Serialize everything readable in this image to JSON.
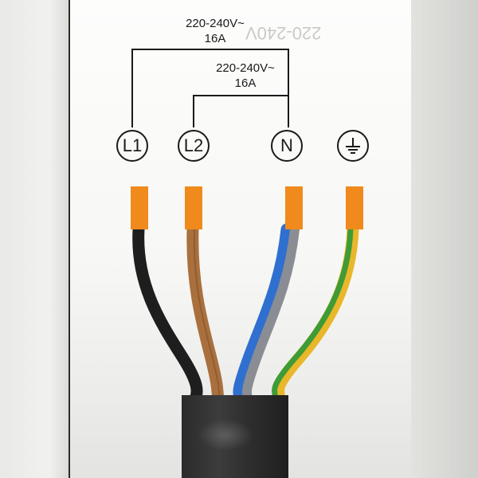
{
  "supply_outer": {
    "voltage": "220-240V~",
    "current": "16A"
  },
  "supply_inner": {
    "voltage": "220-240V~",
    "current": "16A"
  },
  "ghost_text": "220-240V",
  "terminals": [
    {
      "id": "l1",
      "label": "L1"
    },
    {
      "id": "l2",
      "label": "L2"
    },
    {
      "id": "n",
      "label": "N"
    },
    {
      "id": "earth",
      "label": "",
      "icon": "ground-icon"
    }
  ],
  "wires": [
    {
      "terminal": "L1",
      "insulation": "#1e1e1e",
      "stripe": null
    },
    {
      "terminal": "L2",
      "insulation": "#a9703e",
      "stripe": null
    },
    {
      "terminal": "N",
      "insulation": "#8a8d93",
      "stripe": "#2f6fd0"
    },
    {
      "terminal": "earth",
      "insulation": "#3f9b35",
      "stripe": "#e9b72a"
    }
  ],
  "colors": {
    "sleeve": "#f08a1c",
    "line": "#1a1a1a",
    "jacket": "#2b2b2b"
  }
}
